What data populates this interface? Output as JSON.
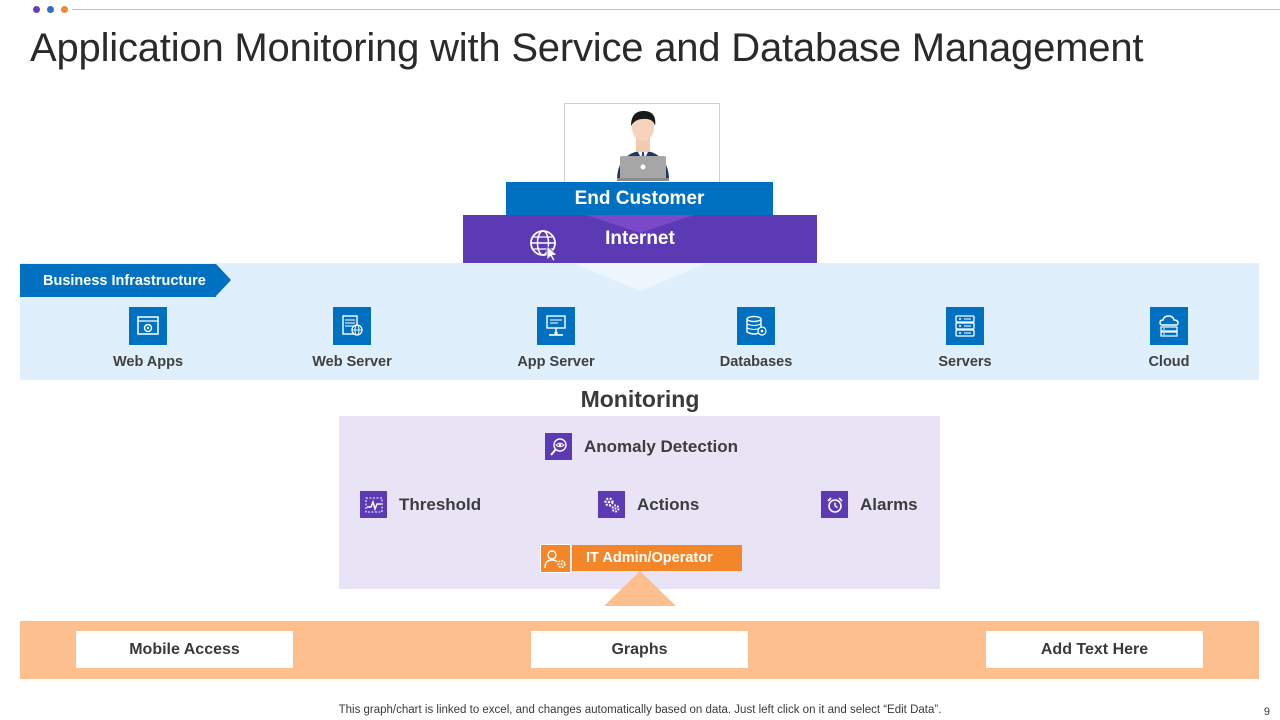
{
  "colors": {
    "dot1": "#6a3db8",
    "dot2": "#2f6fc4",
    "dot3": "#f08a2a",
    "blue": "#0070c0",
    "purple": "#5b3ab3",
    "light_blue": "#dfeffb",
    "light_purple": "#e9e3f6",
    "orange": "#f4862a",
    "peach": "#fdbf8e"
  },
  "slide": {
    "title": "Application Monitoring with Service and Database Management",
    "page_number": "9",
    "footer_note": "This graph/chart is linked to excel,  and changes automatically based on data. Just left click on it and select “Edit Data”."
  },
  "top": {
    "avatar_icon": "person-with-laptop-icon",
    "end_customer": "End Customer",
    "internet": "Internet",
    "internet_icon": "globe-cursor-icon"
  },
  "business": {
    "label": "Business Infrastructure",
    "items": [
      {
        "label": "Web Apps",
        "icon": "web-app-icon"
      },
      {
        "label": "Web Server",
        "icon": "web-server-icon"
      },
      {
        "label": "App  Server",
        "icon": "app-server-icon"
      },
      {
        "label": "Databases",
        "icon": "database-icon"
      },
      {
        "label": "Servers",
        "icon": "server-rack-icon"
      },
      {
        "label": "Cloud",
        "icon": "cloud-server-icon"
      }
    ]
  },
  "monitoring": {
    "title": "Monitoring",
    "anomaly": "Anomaly Detection",
    "threshold": "Threshold",
    "actions": "Actions",
    "alarms": "Alarms",
    "admin": "IT Admin/Operator"
  },
  "bottom": {
    "items": [
      "Mobile Access",
      "Graphs",
      "Add  Text Here"
    ]
  }
}
